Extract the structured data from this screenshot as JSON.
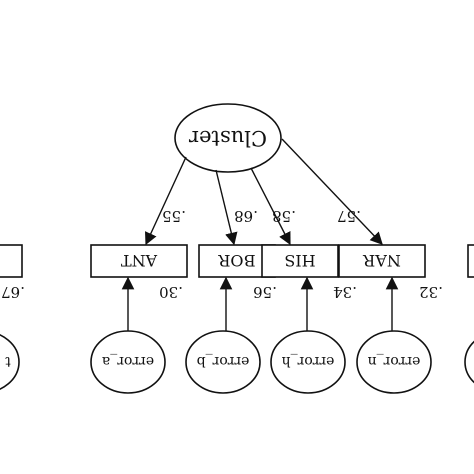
{
  "factor": {
    "label": "Cluster"
  },
  "indicators": [
    {
      "label": "ANT",
      "loading": ".55",
      "residual": ".30",
      "error": "error_a"
    },
    {
      "label": "BOR",
      "loading": ".68",
      "residual": ".56",
      "error": "error_b"
    },
    {
      "label": "HIS",
      "loading": ".58",
      "residual": ".34",
      "error": "error_h"
    },
    {
      "label": "NAR",
      "loading": ".57",
      "residual": ".32",
      "error": "error_n"
    }
  ],
  "partial_left": {
    "residual": ".67"
  }
}
